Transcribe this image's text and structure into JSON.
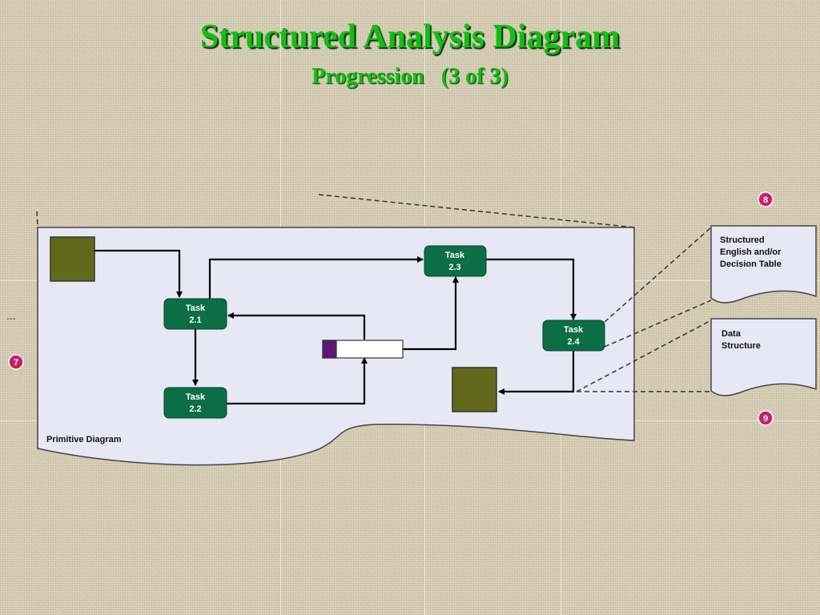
{
  "title": "Structured Analysis Diagram",
  "subtitle": "Progression   (3 of 3)",
  "primitive_label": "Primitive Diagram",
  "tasks": {
    "t21": [
      "Task",
      "2.1"
    ],
    "t22": [
      "Task",
      "2.2"
    ],
    "t23": [
      "Task",
      "2.3"
    ],
    "t24": [
      "Task",
      "2.4"
    ]
  },
  "documents": {
    "structured": [
      "Structured",
      "English and/or",
      "Decision Table"
    ],
    "data": [
      "Data",
      "Structure"
    ]
  },
  "badges": {
    "seven": "7",
    "eight": "8",
    "nine": "9"
  },
  "ellipsis": "...",
  "colors": {
    "title_green": "#10c010",
    "task_green": "#0b6e45",
    "olive": "#606a1a",
    "panel": "#e8e8f4",
    "store_purple": "#5b1a78",
    "badge_magenta": "#c8206a"
  }
}
